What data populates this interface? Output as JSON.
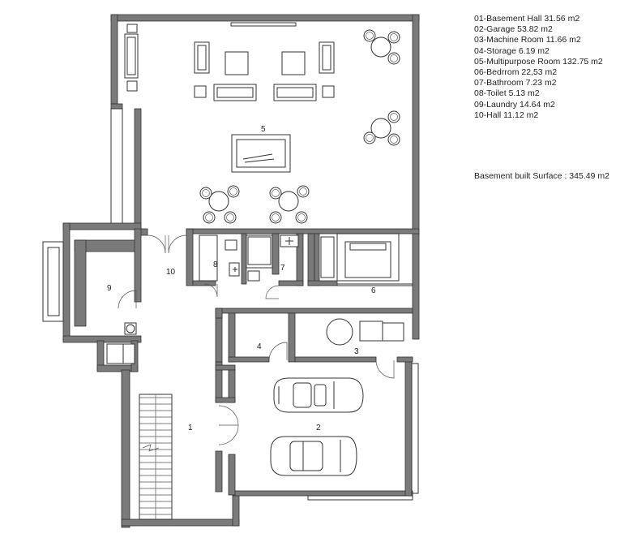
{
  "legend": {
    "items": [
      "01-Basement Hall 31.56 m2",
      "02-Garage 53.82 m2",
      "03-Machine Room 11.66 m2",
      "04-Storage 6.19 m2",
      "05-Multipurpose Room 132.75 m2",
      "06-Bedrrom 22,53 m2",
      "07-Bathroom 7.23 m2",
      "08-Toilet 5.13 m2",
      "09-Laundry 14.64 m2",
      "10-Hall  11.12 m2"
    ],
    "surface": "Basement built Surface : 345.49 m2"
  },
  "rooms": {
    "r1": "1",
    "r2": "2",
    "r3": "3",
    "r4": "4",
    "r5": "5",
    "r6": "6",
    "r7": "7",
    "r8": "8",
    "r9": "9",
    "r10": "10"
  }
}
